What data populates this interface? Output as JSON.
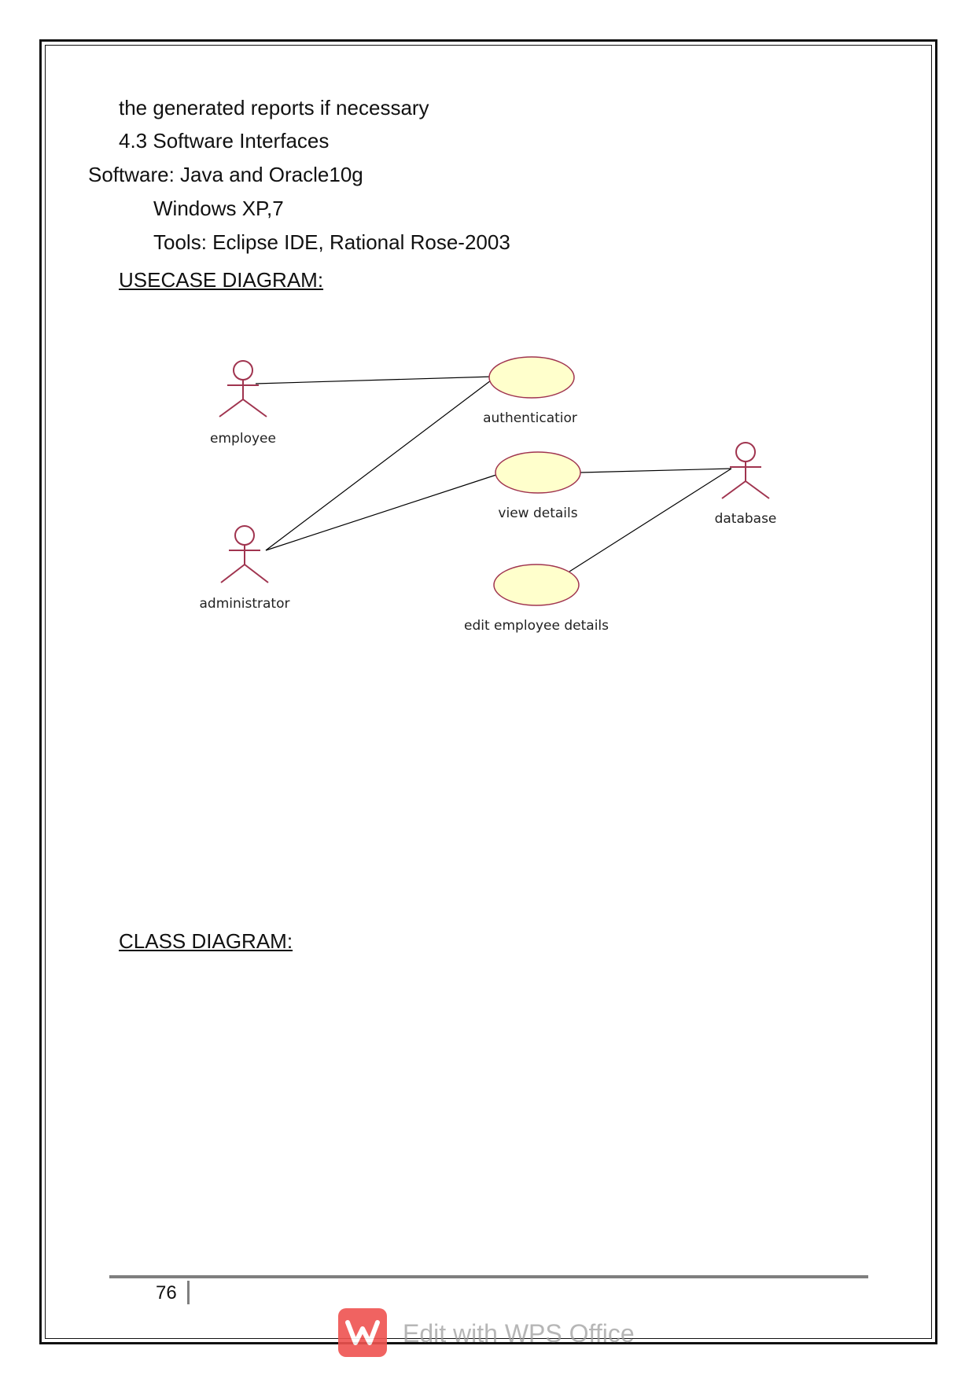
{
  "document": {
    "lines": {
      "line1": "the generated reports if necessary",
      "section": "4.3 Software Interfaces",
      "software": "Software: Java and Oracle10g",
      "windows": "Windows XP,7",
      "tools": "Tools: Eclipse IDE, Rational Rose-2003"
    },
    "usecase_heading": "USECASE DIAGRAM:",
    "class_heading": "CLASS DIAGRAM:"
  },
  "usecase_diagram": {
    "actors": {
      "employee": "employee",
      "administrator": "administrator",
      "database": "database"
    },
    "usecases": {
      "authentication": "authenticatior",
      "view_details": "view details",
      "edit_employee_details": "edit employee details"
    },
    "colors": {
      "actor": "#a0344f",
      "usecase_fill": "#ffffcc",
      "usecase_stroke": "#a0344f",
      "line": "#000000"
    }
  },
  "footer": {
    "page_number": "76",
    "watermark": "Edit with WPS Office"
  }
}
